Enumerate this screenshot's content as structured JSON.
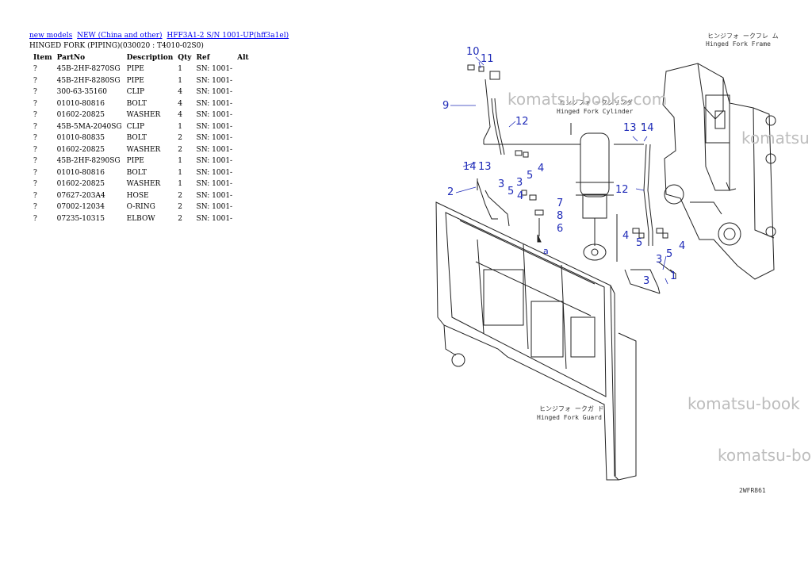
{
  "breadcrumb": [
    {
      "label": "new models"
    },
    {
      "label": "NEW (China and other)"
    },
    {
      "label": "HFF3A1-2 S/N 1001-UP(hff3a1el)"
    }
  ],
  "page_title": "HINGED FORK (PIPING)(030020 : T4010-02S0)",
  "table": {
    "headers": [
      "Item",
      "PartNo",
      "Description",
      "Qty",
      "Ref",
      "Alt"
    ],
    "rows": [
      [
        "?",
        "45B-2HF-8270SG",
        "PIPE",
        "1",
        "SN: 1001-",
        ""
      ],
      [
        "?",
        "45B-2HF-8280SG",
        "PIPE",
        "1",
        "SN: 1001-",
        ""
      ],
      [
        "?",
        "300-63-35160",
        "CLIP",
        "4",
        "SN: 1001-",
        ""
      ],
      [
        "?",
        "01010-80816",
        "BOLT",
        "4",
        "SN: 1001-",
        ""
      ],
      [
        "?",
        "01602-20825",
        "WASHER",
        "4",
        "SN: 1001-",
        ""
      ],
      [
        "?",
        "45B-5MA-2040SG",
        "CLIP",
        "1",
        "SN: 1001-",
        ""
      ],
      [
        "?",
        "01010-80835",
        "BOLT",
        "2",
        "SN: 1001-",
        ""
      ],
      [
        "?",
        "01602-20825",
        "WASHER",
        "2",
        "SN: 1001-",
        ""
      ],
      [
        "?",
        "45B-2HF-8290SG",
        "PIPE",
        "1",
        "SN: 1001-",
        ""
      ],
      [
        "?",
        "01010-80816",
        "BOLT",
        "1",
        "SN: 1001-",
        ""
      ],
      [
        "?",
        "01602-20825",
        "WASHER",
        "1",
        "SN: 1001-",
        ""
      ],
      [
        "?",
        "07627-203A4",
        "HOSE",
        "2",
        "SN: 1001-",
        ""
      ],
      [
        "?",
        "07002-12034",
        "O-RING",
        "2",
        "SN: 1001-",
        ""
      ],
      [
        "?",
        "07235-10315",
        "ELBOW",
        "2",
        "SN: 1001-",
        ""
      ]
    ]
  },
  "diagram": {
    "labels": {
      "frame_jp": "ヒンジフォ ークフレ ム",
      "frame_en": "Hinged Fork Frame",
      "cylinder_jp": "ヒンジフォ ークシリンダ",
      "cylinder_en": "Hinged Fork Cylinder",
      "guard_jp": "ヒンジフォ ークガ ド",
      "guard_en": "Hinged Fork Guard",
      "drawing_no": "2WFR861"
    },
    "callouts": [
      "10",
      "11",
      "9",
      "12",
      "13",
      "14",
      "4",
      "5",
      "3",
      "2",
      "7",
      "8",
      "6",
      "1",
      "12",
      "13",
      "14",
      "4",
      "5",
      "3",
      "3",
      "4",
      "5",
      "5",
      "3"
    ],
    "arrow_label": "a",
    "callout_color": "#1f2bb8"
  },
  "watermarks": [
    "komatsu-books.com",
    "komatsu",
    "komatsu-book",
    "komatsu-bo"
  ]
}
